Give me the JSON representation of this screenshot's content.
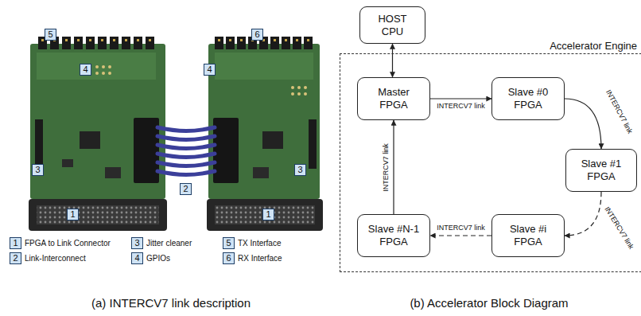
{
  "diagram": {
    "nodes": [
      {
        "text": [
          "HOST CPU"
        ]
      },
      {
        "text": [
          "Accelerator Engine"
        ]
      },
      {
        "text": [
          "Master FPGA"
        ],
        "in": 1
      },
      {
        "text": [
          "Slave #0 FPGA"
        ],
        "in": 1
      },
      {
        "text": [
          "Slave #1 FPGA"
        ],
        "in": 1
      },
      {
        "text": [
          "Slave #i FPGA"
        ],
        "in": 1
      },
      {
        "text": [
          "Slave #N-1 FPGA"
        ],
        "in": 1
      }
    ],
    "edges": [
      {
        "from": 0,
        "to": 2,
        "arrow": "both"
      },
      {
        "from": 2,
        "to": 3,
        "arrow": "to",
        "label": "INTERCV7 link"
      },
      {
        "from": 3,
        "to": 4,
        "arrow": "to",
        "label": "INTERCV7 link"
      },
      {
        "from": 4,
        "to": 5,
        "arrow": "to",
        "label": "INTERCV7 link"
      },
      {
        "from": 5,
        "to": 6,
        "arrow": "to",
        "label": "INTERCV7 link"
      },
      {
        "from": 6,
        "to": 2,
        "arrow": "to",
        "label": "INTERCV7 link"
      }
    ],
    "labels": [
      "5",
      "4",
      "3",
      "1",
      "2",
      "6",
      "4",
      "3",
      "1",
      "1",
      "FPGA to Link Connector",
      "3",
      "Jitter cleaner",
      "5",
      "TX Interface",
      "2",
      "Link-Interconnect",
      "4",
      "GPIOs",
      "6",
      "RX Interface",
      "(a) INTERCV7 link description",
      "(b) Accelerator Block Diagram"
    ]
  }
}
